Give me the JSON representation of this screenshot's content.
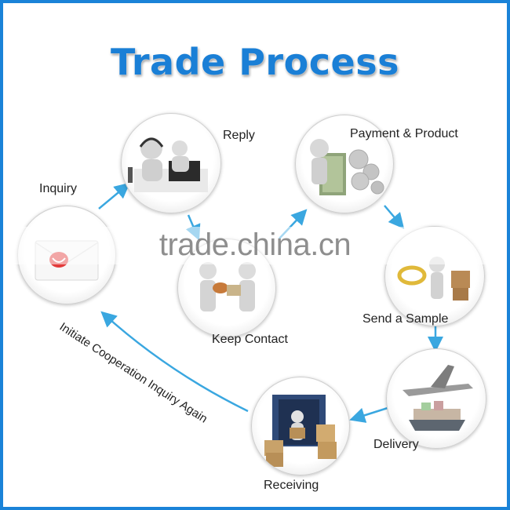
{
  "title": "Trade Process",
  "watermark": "trade.china.cn",
  "steps": {
    "inquiry": "Inquiry",
    "reply": "Reply",
    "payment": "Payment & Product",
    "keep_contact": "Keep Contact",
    "send_sample": "Send a Sample",
    "delivery": "Delivery",
    "receiving": "Receiving"
  },
  "loop_text": "Initiate Cooperation Inquiry Again",
  "colors": {
    "accent": "#1a83d8",
    "arrow": "#3aa7e0"
  }
}
